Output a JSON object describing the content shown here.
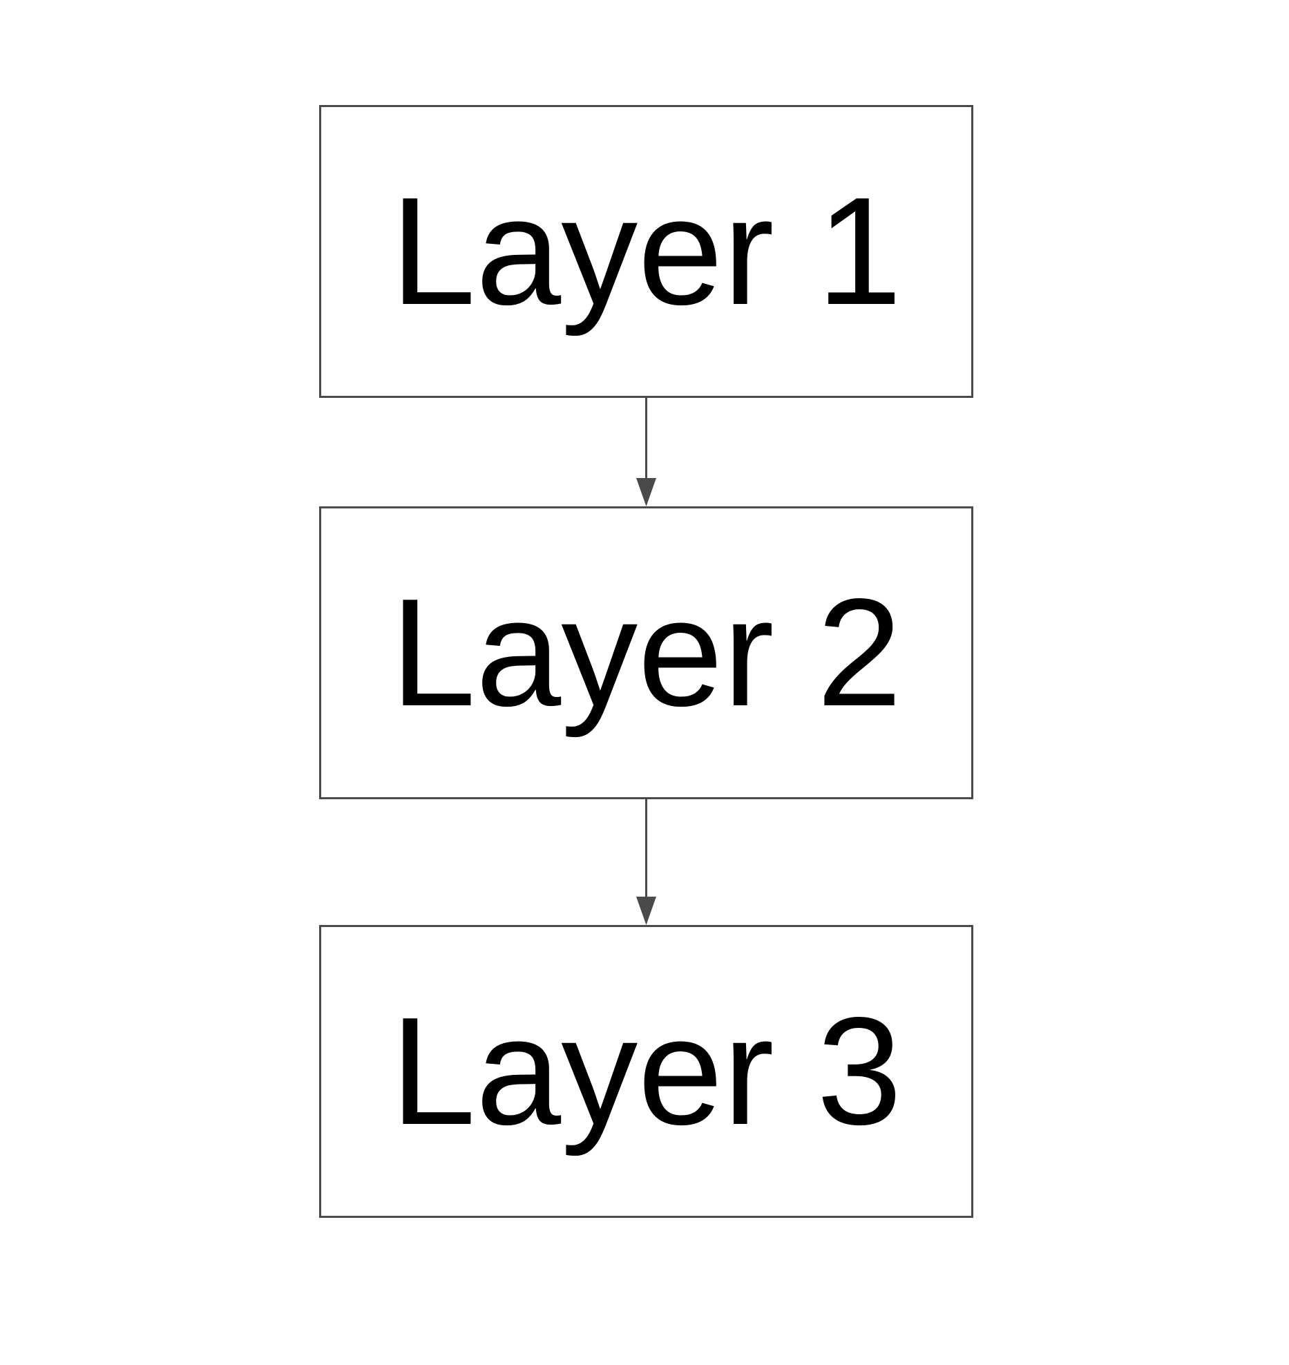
{
  "diagram": {
    "layers": [
      {
        "label": "Layer 1"
      },
      {
        "label": "Layer 2"
      },
      {
        "label": "Layer 3"
      }
    ],
    "edges": [
      {
        "from": "Layer 1",
        "to": "Layer 2"
      },
      {
        "from": "Layer 2",
        "to": "Layer 3"
      }
    ],
    "colors": {
      "stroke": "#4a4a4a",
      "text": "#000000",
      "background": "#ffffff"
    }
  }
}
